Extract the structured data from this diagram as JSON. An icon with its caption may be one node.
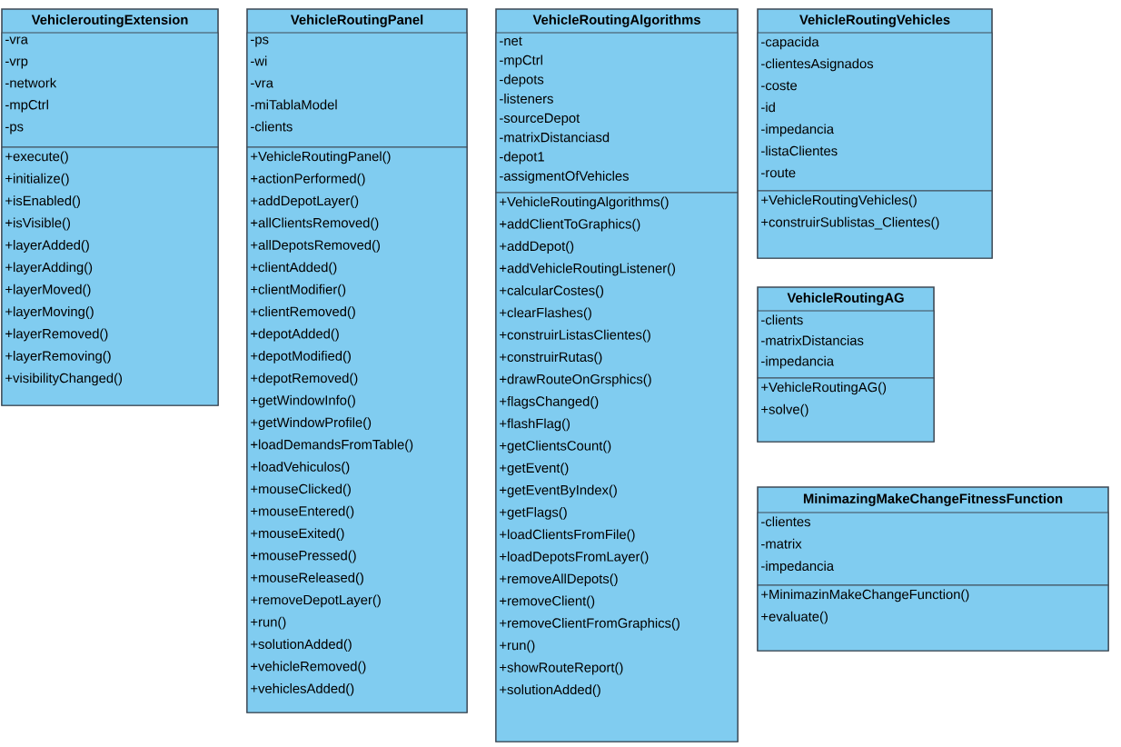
{
  "diagram": {
    "nodes": [
      {
        "text": [
          "VehicleroutingExtension"
        ]
      },
      {
        "text": [
          "-vra",
          "-vrp",
          "-network",
          "-mpCtrl",
          "-ps"
        ],
        "in": 0
      },
      {
        "text": [
          "+execute()",
          "+initialize()",
          "+isEnabled()",
          "+isVisible()",
          "+layerAdded()",
          "+layerAdding()",
          "+layerMoved()",
          "+layerMoving()",
          "+layerRemoved()",
          "+layerRemoving()",
          "+visibilityChanged()"
        ],
        "in": 0
      },
      {
        "text": [
          "VehicleRoutingPanel"
        ]
      },
      {
        "text": [
          "-ps",
          "-wi",
          "-vra",
          "-miTablaModel",
          "-clients"
        ],
        "in": 3
      },
      {
        "text": [
          "+VehicleRoutingPanel()",
          "+actionPerformed()",
          "+addDepotLayer()",
          "+allClientsRemoved()",
          "+allDepotsRemoved()",
          "+clientAdded()",
          "+clientModifier()",
          "+clientRemoved()",
          "+depotAdded()",
          "+depotModified()",
          "+depotRemoved()",
          "+getWindowInfo()",
          "+getWindowProfile()",
          "+loadDemandsFromTable()",
          "+loadVehiculos()",
          "+mouseClicked()",
          "+mouseEntered()",
          "+mouseExited()",
          "+mousePressed()",
          "+mouseReleased()",
          "+removeDepotLayer()",
          "+run()",
          "+solutionAdded()",
          "+vehicleRemoved()",
          "+vehiclesAdded()"
        ],
        "in": 3
      },
      {
        "text": [
          "VehicleRoutingAlgorithms"
        ]
      },
      {
        "text": [
          "-net",
          "-mpCtrl",
          "-depots",
          "-listeners",
          "-sourceDepot",
          "-matrixDistanciasd",
          "-depot1",
          "-assigmentOfVehicles"
        ],
        "in": 6
      },
      {
        "text": [
          "+VehicleRoutingAlgorithms()",
          "+addClientToGraphics()",
          "+addDepot()",
          "+addVehicleRoutingListener()",
          "+calcularCostes()",
          "+clearFlashes()",
          "+construirListasClientes()",
          "+construirRutas()",
          "+drawRouteOnGrsphics()",
          "+flagsChanged()",
          "+flashFlag()",
          "+getClientsCount()",
          "+getEvent()",
          "+getEventByIndex()",
          "+getFlags()",
          "+loadClientsFromFile()",
          "+loadDepotsFromLayer()",
          "+removeAllDepots()",
          "+removeClient()",
          "+removeClientFromGraphics()",
          "+run()",
          "+showRouteReport()",
          "+solutionAdded()"
        ],
        "in": 6
      },
      {
        "text": [
          "VehicleRoutingVehicles"
        ]
      },
      {
        "text": [
          "-capacida",
          "-clientesAsignados",
          "-coste",
          "-id",
          "-impedancia",
          "-listaClientes",
          "-route"
        ],
        "in": 9
      },
      {
        "text": [
          "+VehicleRoutingVehicles()",
          "+construirSublistas_Clientes()"
        ],
        "in": 9
      },
      {
        "text": [
          "VehicleRoutingAG"
        ]
      },
      {
        "text": [
          "-clients",
          "-matrixDistancias",
          "-impedancia"
        ],
        "in": 12
      },
      {
        "text": [
          "+VehicleRoutingAG()",
          "+solve()"
        ],
        "in": 12
      },
      {
        "text": [
          "MinimazingMakeChangeFitnessFunction"
        ]
      },
      {
        "text": [
          "-clientes",
          "-matrix",
          "-impedancia"
        ],
        "in": 15
      },
      {
        "text": [
          "+MinimazinMakeChangeFunction()",
          "+evaluate()"
        ],
        "in": 15
      }
    ]
  }
}
